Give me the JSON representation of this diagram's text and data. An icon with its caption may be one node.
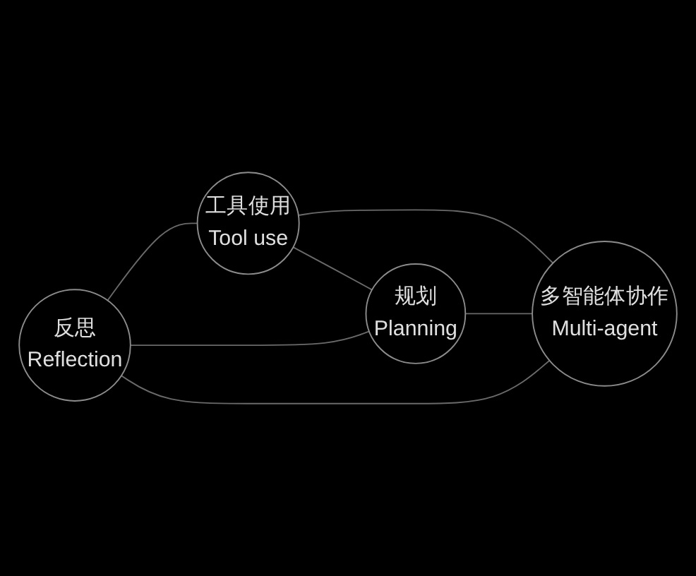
{
  "diagram": {
    "nodes": [
      {
        "text": [
          "反思",
          "Reflection"
        ]
      },
      {
        "text": [
          "工具使用",
          "Tool use"
        ]
      },
      {
        "text": [
          "规划",
          "Planning"
        ]
      },
      {
        "text": [
          "多智能体协作",
          "Multi-agent"
        ]
      }
    ],
    "edges": [
      {
        "from": 0,
        "to": 1,
        "arrow": "none"
      },
      {
        "from": 0,
        "to": 2,
        "arrow": "none"
      },
      {
        "from": 1,
        "to": 3,
        "arrow": "none"
      },
      {
        "from": 2,
        "to": 3,
        "arrow": "none"
      },
      {
        "from": 0,
        "to": 3,
        "arrow": "none"
      },
      {
        "from": 1,
        "to": 2,
        "arrow": "none"
      }
    ]
  }
}
